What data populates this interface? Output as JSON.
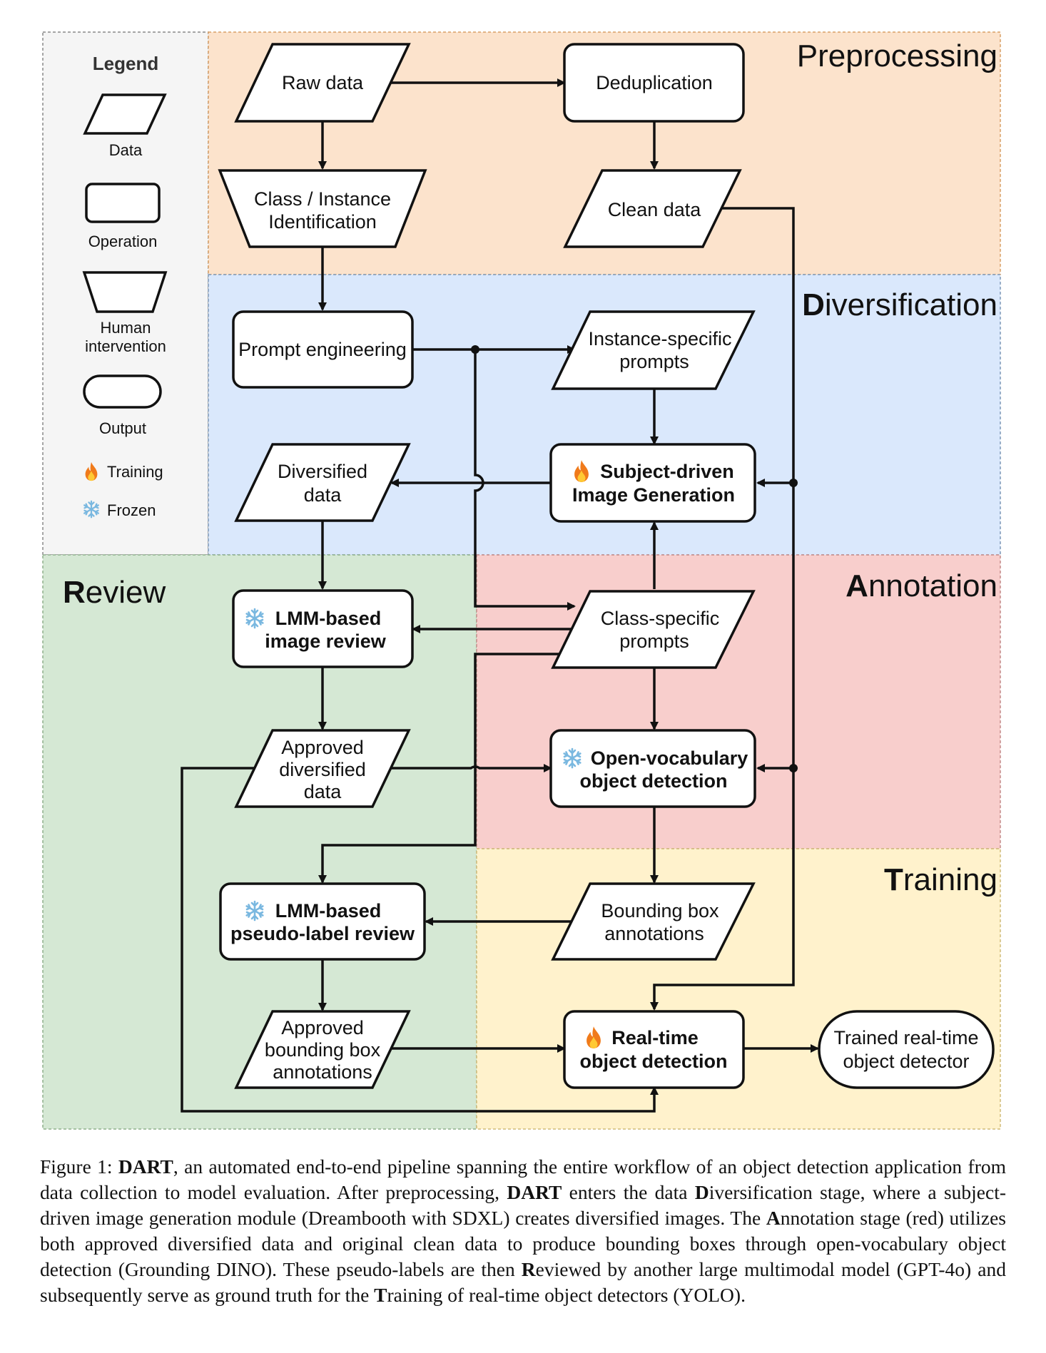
{
  "legend": {
    "title": "Legend",
    "data": "Data",
    "operation": "Operation",
    "human_line1": "Human",
    "human_line2": "intervention",
    "output": "Output",
    "training": "Training",
    "frozen": "Frozen"
  },
  "sections": {
    "preprocessing": "Preprocessing",
    "diversification": {
      "initial": "D",
      "rest": "iversification"
    },
    "review": {
      "initial": "R",
      "rest": "eview"
    },
    "annotation": {
      "initial": "A",
      "rest": "nnotation"
    },
    "training": {
      "initial": "T",
      "rest": "raining"
    }
  },
  "colors": {
    "preprocessing": "#fce3cc",
    "diversification": "#dae8fc",
    "review": "#d5e8d4",
    "annotation": "#f8cecc",
    "training": "#fff2cc",
    "legend": "#f5f5f5",
    "fire": "#f07a1a",
    "snow": "#7ab8e0"
  },
  "icons": {
    "training": "fire-icon",
    "frozen": "snowflake-icon"
  },
  "nodes": {
    "raw_data": "Raw data",
    "deduplication": "Deduplication",
    "class_instance_line1": "Class / Instance",
    "class_instance_line2": "Identification",
    "clean_data": "Clean data",
    "prompt_engineering": "Prompt engineering",
    "instance_prompts_line1": "Instance-specific",
    "instance_prompts_line2": "prompts",
    "diversified_line1": "Diversified",
    "diversified_line2": "data",
    "subject_gen_line1": "Subject-driven",
    "subject_gen_line2": "Image Generation",
    "lmm_image_line1": "LMM-based",
    "lmm_image_line2": "image review",
    "class_prompts_line1": "Class-specific",
    "class_prompts_line2": "prompts",
    "approved_div_line1": "Approved",
    "approved_div_line2": "diversified",
    "approved_div_line3": "data",
    "ovd_line1": "Open-vocabulary",
    "ovd_line2": "object detection",
    "lmm_pseudo_line1": "LMM-based",
    "lmm_pseudo_line2": "pseudo-label review",
    "bbox_line1": "Bounding box",
    "bbox_line2": "annotations",
    "approved_bbox_line1": "Approved",
    "approved_bbox_line2": "bounding box",
    "approved_bbox_line3": "annotations",
    "rt_line1": "Real-time",
    "rt_line2": "object detection",
    "trained_line1": "Trained real-time",
    "trained_line2": "object detector"
  },
  "caption": {
    "prefix": "Figure 1: ",
    "dart1": "DART",
    "t1": ", an automated end-to-end pipeline spanning the entire workflow of an object detection application from data collection to model evaluation.  After preprocessing, ",
    "dart2": "DART",
    "t2": " enters the data ",
    "d": "D",
    "t3": "iversification stage, where a subject-driven image generation module (Dreambooth with SDXL) creates diversified images. The ",
    "a": "A",
    "t4": "nnotation stage (red) utilizes both approved diversified data and original clean data to produce bounding boxes through open-vocabulary object detection (Grounding DINO). These pseudo-labels are then ",
    "r": "R",
    "t5": "eviewed by another large multimodal model (GPT-4o) and subsequently serve as ground truth for the ",
    "t": "T",
    "t6": "raining of real-time object detectors (YOLO)."
  }
}
